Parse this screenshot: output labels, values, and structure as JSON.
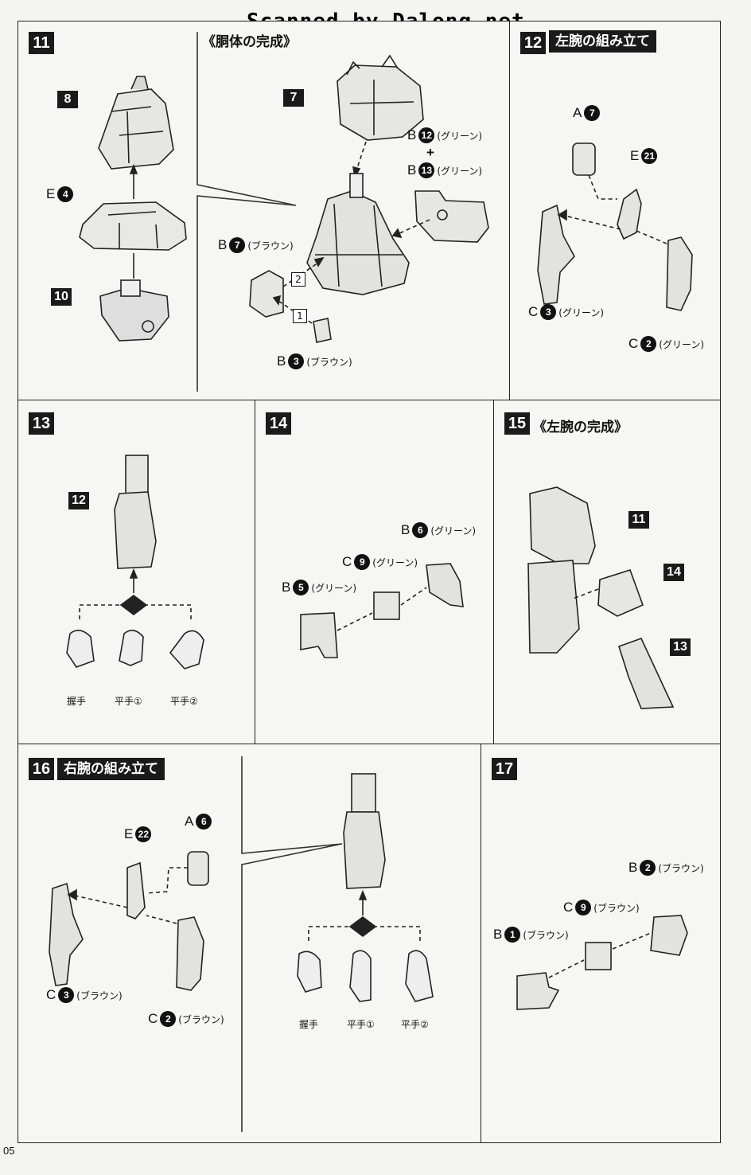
{
  "watermark": "Scanned by Dalong.net",
  "page_number": "05",
  "steps": {
    "s11": {
      "num": "11",
      "subtitle": "《胴体の完成》",
      "refs": [
        "8",
        "10",
        "7"
      ],
      "parts": [
        {
          "letter": "E",
          "num": "4",
          "color": ""
        },
        {
          "letter": "B",
          "num": "12",
          "color": "(グリーン)"
        },
        {
          "letter": "B",
          "num": "13",
          "color": "(グリーン)"
        },
        {
          "letter": "B",
          "num": "7",
          "color": "(ブラウン)"
        },
        {
          "letter": "B",
          "num": "3",
          "color": "(ブラウン)"
        }
      ],
      "plus": "+",
      "order": [
        "1",
        "2"
      ]
    },
    "s12": {
      "num": "12",
      "title": "左腕の組み立て",
      "parts": [
        {
          "letter": "A",
          "num": "7",
          "color": ""
        },
        {
          "letter": "E",
          "num": "21",
          "color": ""
        },
        {
          "letter": "C",
          "num": "3",
          "color": "(グリーン)"
        },
        {
          "letter": "C",
          "num": "2",
          "color": "(グリーン)"
        }
      ]
    },
    "s13": {
      "num": "13",
      "refs": [
        "12"
      ],
      "hands": [
        "握手",
        "平手①",
        "平手②"
      ]
    },
    "s14": {
      "num": "14",
      "parts": [
        {
          "letter": "B",
          "num": "6",
          "color": "(グリーン)"
        },
        {
          "letter": "C",
          "num": "9",
          "color": "(グリーン)"
        },
        {
          "letter": "B",
          "num": "5",
          "color": "(グリーン)"
        }
      ]
    },
    "s15": {
      "num": "15",
      "subtitle": "《左腕の完成》",
      "refs": [
        "11",
        "14",
        "13"
      ]
    },
    "s16": {
      "num": "16",
      "title": "右腕の組み立て",
      "parts": [
        {
          "letter": "E",
          "num": "22",
          "color": ""
        },
        {
          "letter": "A",
          "num": "6",
          "color": ""
        },
        {
          "letter": "C",
          "num": "3",
          "color": "(ブラウン)"
        },
        {
          "letter": "C",
          "num": "2",
          "color": "(ブラウン)"
        }
      ],
      "hands": [
        "握手",
        "平手①",
        "平手②"
      ]
    },
    "s17": {
      "num": "17",
      "parts": [
        {
          "letter": "B",
          "num": "2",
          "color": "(ブラウン)"
        },
        {
          "letter": "C",
          "num": "9",
          "color": "(ブラウン)"
        },
        {
          "letter": "B",
          "num": "1",
          "color": "(ブラウン)"
        }
      ]
    }
  }
}
